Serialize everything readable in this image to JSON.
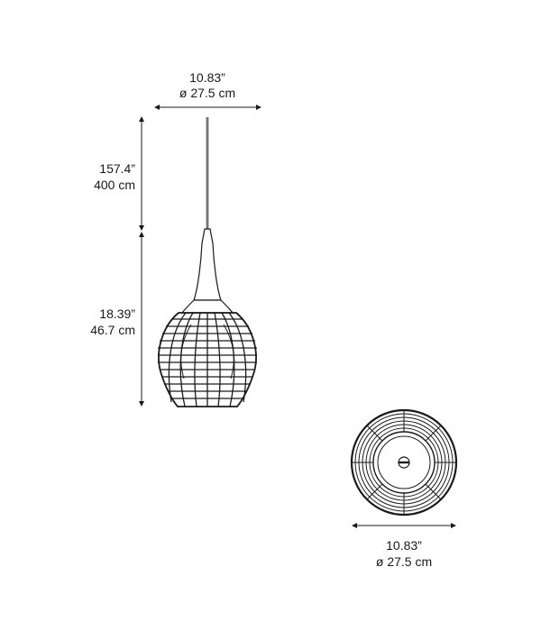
{
  "dimensions": {
    "top_width": {
      "inches": "10.83”",
      "cm": "ø 27.5 cm"
    },
    "cable_length": {
      "inches": "157.4”",
      "cm": "400 cm"
    },
    "body_height": {
      "inches": "18.39”",
      "cm": "46.7 cm"
    },
    "bottom_width": {
      "inches": "10.83”",
      "cm": "ø 27.5 cm"
    }
  },
  "colors": {
    "line": "#1a1a1a",
    "fill": "#ffffff"
  }
}
